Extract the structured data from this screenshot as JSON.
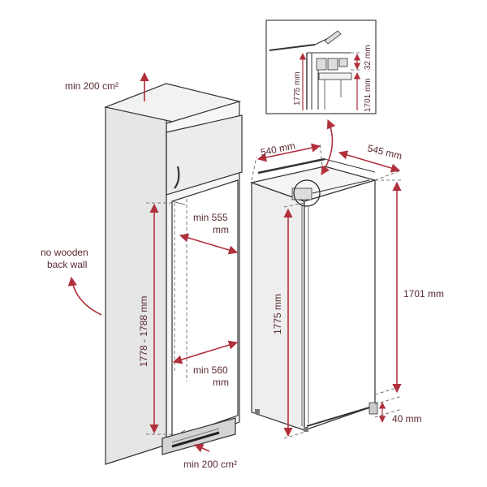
{
  "labels": {
    "vent_top": "min 200 cm²",
    "vent_bottom": "min 200 cm²",
    "no_back_wall_line1": "no wooden",
    "no_back_wall_line2": "back wall",
    "niche_height": "1778 - 1788 mm",
    "niche_width_top_line1": "min 555",
    "niche_width_top_line2": "mm",
    "niche_width_bottom_line1": "min 560",
    "niche_width_bottom_line2": "mm",
    "appliance_width": "540 mm",
    "appliance_depth": "545 mm",
    "appliance_height": "1775 mm",
    "hinge_height": "1701 mm",
    "bottom_gap": "40 mm",
    "detail_height": "1775 mm",
    "detail_hinge_height": "1701 mm",
    "detail_gap": "32 mm"
  },
  "colors": {
    "dimension": "#b0303c",
    "label_text": "#5a2a30",
    "cabinet_side": "#e4e4e4",
    "cabinet_front": "#f4f4f4",
    "outline": "#333333"
  }
}
